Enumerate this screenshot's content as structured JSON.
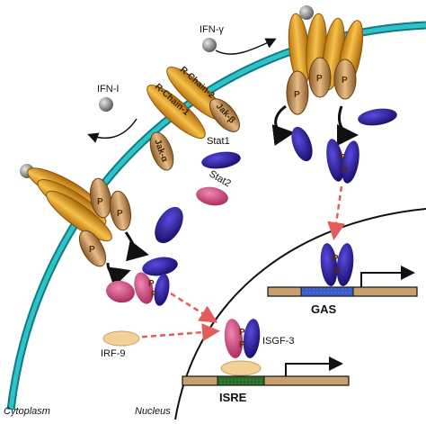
{
  "ligands": {
    "ifn_gamma": "IFN-γ",
    "ifn_i": "IFN-I"
  },
  "receptor": {
    "r_chain_2": "R-Chain-2",
    "r_chain_1": "R-Chain-1",
    "jak_beta": "Jak-β",
    "jak_alpha": "Jak-α"
  },
  "stats": {
    "stat1": "Stat1",
    "stat2": "Stat2"
  },
  "complexes": {
    "irf9": "IRF-9",
    "isgf3": "ISGF-3"
  },
  "promoters": {
    "gas": "GAS",
    "isre": "ISRE"
  },
  "phospho_label": "P",
  "regions": {
    "cytoplasm": "Cytoplasm",
    "nucleus": "Nucleus"
  },
  "colors": {
    "membrane": "#1aa3a8",
    "receptor": "#e6a020",
    "jak": "#c8945a",
    "stat1": "#2a1e96",
    "stat2": "#d9548a",
    "irf9": "#f2d199",
    "arrow_dashed": "#e35b5b",
    "dna": "#c8a070",
    "gas_site": "#3b5bc9",
    "isre_site": "#2a6a2a"
  }
}
